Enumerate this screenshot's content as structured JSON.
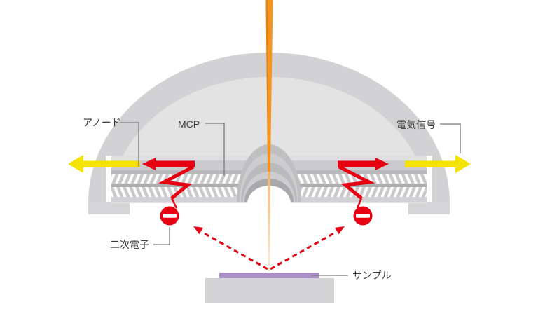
{
  "diagram": {
    "title": "MCP detector cross-section diagram",
    "labels": {
      "anode": "アノード",
      "mcp": "MCP",
      "electric_signal": "電気信号",
      "secondary_electron": "二次電子",
      "sample": "サンプル"
    },
    "colors": {
      "beam_orange": "#f5941e",
      "beam_edge_orange": "#e08310",
      "signal_yellow": "#f5e300",
      "red": "#e60012",
      "dome_outer_gray": "#d2d2d4",
      "dome_inner_gray": "#e3e3e4",
      "mcp_plate_gray": "#c9c9cb",
      "separator_gray": "#aeaeb0",
      "sample_purple": "#ab90c6",
      "stage_gray": "#d3d3d5",
      "leader_line_gray": "#7a7a7c"
    },
    "icons": {
      "electron": "minus-in-red-circle",
      "signal_arrow": "yellow-arrow",
      "electron_path_arrow": "red-dashed-arrow"
    }
  }
}
